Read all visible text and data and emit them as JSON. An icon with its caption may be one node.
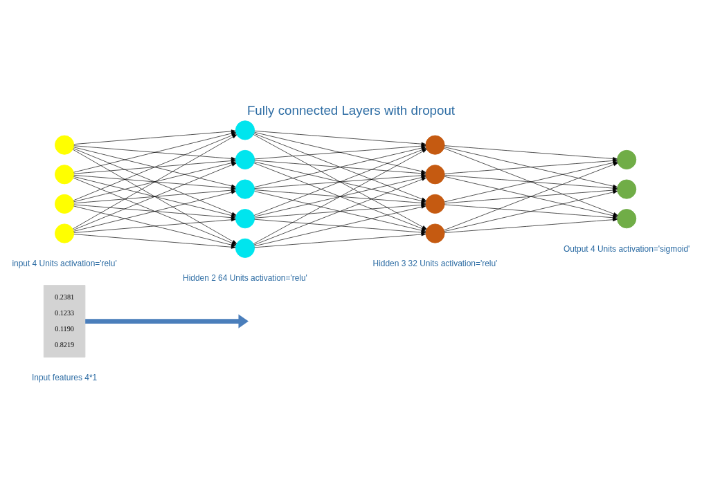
{
  "diagram": {
    "title": "Fully connected Layers with dropout",
    "nodes": [
      {
        "text": [
          "0.2381",
          "0.1233",
          "0.1190",
          "0.8219"
        ]
      },
      {
        "text": [],
        "shape": "circle"
      },
      {
        "text": [],
        "shape": "circle"
      },
      {
        "text": [],
        "shape": "circle"
      },
      {
        "text": [],
        "shape": "circle"
      },
      {
        "text": [],
        "shape": "circle"
      },
      {
        "text": [],
        "shape": "circle"
      },
      {
        "text": [],
        "shape": "circle"
      },
      {
        "text": [],
        "shape": "circle"
      },
      {
        "text": [],
        "shape": "circle"
      },
      {
        "text": [],
        "shape": "circle"
      },
      {
        "text": [],
        "shape": "circle"
      },
      {
        "text": [],
        "shape": "circle"
      },
      {
        "text": [],
        "shape": "circle"
      },
      {
        "text": [],
        "shape": "circle"
      },
      {
        "text": [],
        "shape": "circle"
      },
      {
        "text": [],
        "shape": "circle"
      }
    ],
    "edges": [
      {
        "from": 0,
        "to": null,
        "arrow": "to",
        "style": "thick",
        "color": "#4a7ebb"
      },
      {
        "from": 1,
        "to": 5,
        "arrow": "to"
      },
      {
        "from": 1,
        "to": 6,
        "arrow": "to"
      },
      {
        "from": 1,
        "to": 7,
        "arrow": "to"
      },
      {
        "from": 1,
        "to": 8,
        "arrow": "to"
      },
      {
        "from": 1,
        "to": 9,
        "arrow": "to"
      },
      {
        "from": 2,
        "to": 5,
        "arrow": "to"
      },
      {
        "from": 2,
        "to": 6,
        "arrow": "to"
      },
      {
        "from": 2,
        "to": 7,
        "arrow": "to"
      },
      {
        "from": 2,
        "to": 8,
        "arrow": "to"
      },
      {
        "from": 2,
        "to": 9,
        "arrow": "to"
      },
      {
        "from": 3,
        "to": 5,
        "arrow": "to"
      },
      {
        "from": 3,
        "to": 6,
        "arrow": "to"
      },
      {
        "from": 3,
        "to": 7,
        "arrow": "to"
      },
      {
        "from": 3,
        "to": 8,
        "arrow": "to"
      },
      {
        "from": 3,
        "to": 9,
        "arrow": "to"
      },
      {
        "from": 4,
        "to": 5,
        "arrow": "to"
      },
      {
        "from": 4,
        "to": 6,
        "arrow": "to"
      },
      {
        "from": 4,
        "to": 7,
        "arrow": "to"
      },
      {
        "from": 4,
        "to": 8,
        "arrow": "to"
      },
      {
        "from": 4,
        "to": 9,
        "arrow": "to"
      },
      {
        "from": 5,
        "to": 10,
        "arrow": "to"
      },
      {
        "from": 5,
        "to": 11,
        "arrow": "to"
      },
      {
        "from": 5,
        "to": 12,
        "arrow": "to"
      },
      {
        "from": 5,
        "to": 13,
        "arrow": "to"
      },
      {
        "from": 6,
        "to": 10,
        "arrow": "to"
      },
      {
        "from": 6,
        "to": 11,
        "arrow": "to"
      },
      {
        "from": 6,
        "to": 12,
        "arrow": "to"
      },
      {
        "from": 6,
        "to": 13,
        "arrow": "to"
      },
      {
        "from": 7,
        "to": 10,
        "arrow": "to"
      },
      {
        "from": 7,
        "to": 11,
        "arrow": "to"
      },
      {
        "from": 7,
        "to": 12,
        "arrow": "to"
      },
      {
        "from": 7,
        "to": 13,
        "arrow": "to"
      },
      {
        "from": 8,
        "to": 10,
        "arrow": "to"
      },
      {
        "from": 8,
        "to": 11,
        "arrow": "to"
      },
      {
        "from": 8,
        "to": 12,
        "arrow": "to"
      },
      {
        "from": 8,
        "to": 13,
        "arrow": "to"
      },
      {
        "from": 9,
        "to": 10,
        "arrow": "to"
      },
      {
        "from": 9,
        "to": 11,
        "arrow": "to"
      },
      {
        "from": 9,
        "to": 12,
        "arrow": "to"
      },
      {
        "from": 9,
        "to": 13,
        "arrow": "to"
      },
      {
        "from": 10,
        "to": 14,
        "arrow": "to"
      },
      {
        "from": 10,
        "to": 15,
        "arrow": "to"
      },
      {
        "from": 10,
        "to": 16,
        "arrow": "to"
      },
      {
        "from": 11,
        "to": 14,
        "arrow": "to"
      },
      {
        "from": 11,
        "to": 15,
        "arrow": "to"
      },
      {
        "from": 11,
        "to": 16,
        "arrow": "to"
      },
      {
        "from": 12,
        "to": 14,
        "arrow": "to"
      },
      {
        "from": 12,
        "to": 15,
        "arrow": "to"
      },
      {
        "from": 12,
        "to": 16,
        "arrow": "to"
      },
      {
        "from": 13,
        "to": 14,
        "arrow": "to"
      },
      {
        "from": 13,
        "to": 15,
        "arrow": "to"
      },
      {
        "from": 13,
        "to": 16,
        "arrow": "to"
      }
    ],
    "labels": [
      "Input features 4*1",
      "input 4 Units activation='relu'",
      "Hidden 2 64 Units activation='relu'",
      "Hidden 3 32 Units activation='relu'",
      "Output 4 Units activation='sigmoid'"
    ]
  }
}
